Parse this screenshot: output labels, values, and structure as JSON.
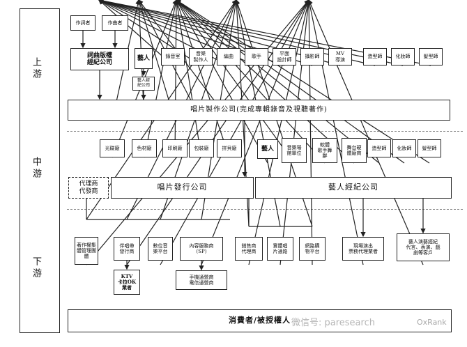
{
  "stages": {
    "upstream": "上游",
    "midstream": "中游",
    "downstream": "下游"
  },
  "upstream": {
    "lyricist": "作詞者",
    "composer": "作曲者",
    "publisher": "詞曲版權\n經紀公司",
    "artist": "藝人",
    "artist_agency_note": "藝人經\n紀公司",
    "studio": "錄音室",
    "music_producer": "音樂\n製作人",
    "arranger": "編曲",
    "singer": "歌手",
    "graphic_designer": "平面\n設計師",
    "photographer": "攝影師",
    "mv_director": "MV\n導演",
    "stylist": "造型師",
    "makeup": "化妝師",
    "hair": "髮型師"
  },
  "record_company": "唱片製作公司(完成專輯錄音及視聽著作)",
  "midstream": {
    "disc_factory": "光碟廠",
    "color_print": "色材廠",
    "printing": "印刷廠",
    "packaging": "包裝廠",
    "other_factory": "拼貝廠",
    "artist": "藝人",
    "music_venue": "音樂場\n館單位",
    "dance_troupe": "軟體\n歌手舞\n群",
    "stage_lighting": "舞台硬\n體廠商",
    "stylist": "造型師",
    "makeup": "化妝師",
    "hair": "髮型師",
    "agent": "代理商\n代發商",
    "distributor": "唱片發行公司",
    "artist_mgmt": "藝人經紀公司"
  },
  "downstream": {
    "copyright_org": "著作權集\n體管理團\n體",
    "karaoke_distributor": "伴唱帶\n發行商",
    "digital_platform": "數位音\n樂平台",
    "content_provider": "內容服務商\n(SP)",
    "ktv": "KTV\n卡拉OK\n業者",
    "telecom": "手機通營商\n電信通營商",
    "retailer": "銷售商\n代理商",
    "physical_store": "實體唱\n片通路",
    "online_store": "網路購\n物平台",
    "live_agent": "現場演出\n票務代理業者",
    "endorsement": "藝人演藝經紀\n代言、表演、戲\n劇等客戶",
    "consumer": "消費者/被授權人"
  },
  "watermark": {
    "wechat": "微信号: paresearch",
    "brand": "OxRank"
  }
}
